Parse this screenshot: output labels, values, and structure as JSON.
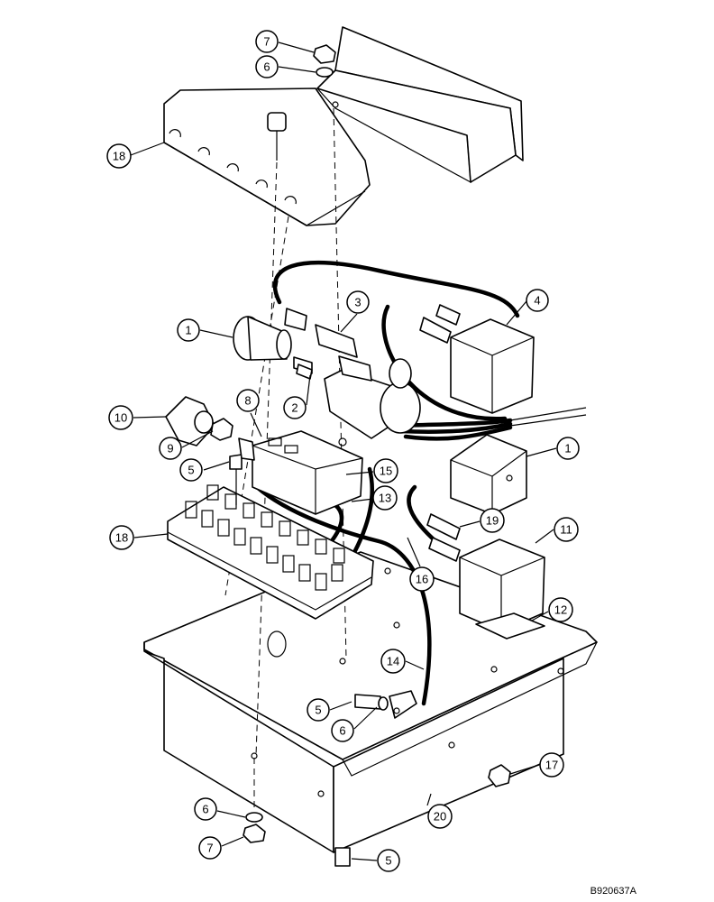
{
  "drawing_code": "B920637A",
  "callouts": [
    {
      "label": "7"
    },
    {
      "label": "6"
    },
    {
      "label": "18"
    },
    {
      "label": "1"
    },
    {
      "label": "3"
    },
    {
      "label": "4"
    },
    {
      "label": "2"
    },
    {
      "label": "8"
    },
    {
      "label": "10"
    },
    {
      "label": "9"
    },
    {
      "label": "5"
    },
    {
      "label": "15"
    },
    {
      "label": "13"
    },
    {
      "label": "1"
    },
    {
      "label": "18"
    },
    {
      "label": "19"
    },
    {
      "label": "11"
    },
    {
      "label": "16"
    },
    {
      "label": "12"
    },
    {
      "label": "14"
    },
    {
      "label": "5"
    },
    {
      "label": "6"
    },
    {
      "label": "17"
    },
    {
      "label": "20"
    },
    {
      "label": "6"
    },
    {
      "label": "7"
    },
    {
      "label": "5"
    }
  ]
}
